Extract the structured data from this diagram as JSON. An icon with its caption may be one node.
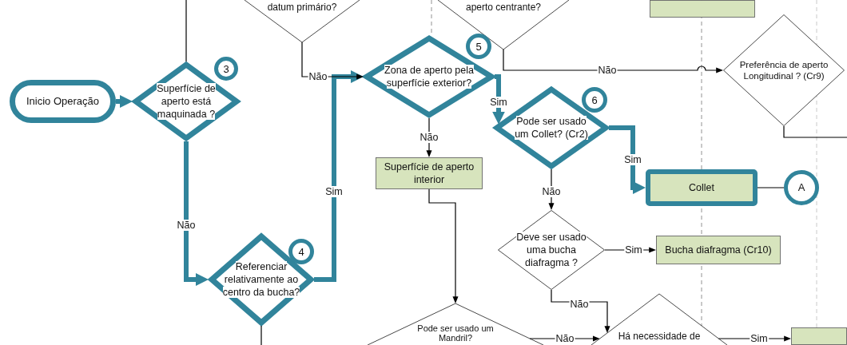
{
  "diagram": {
    "nodes": [
      {
        "text": [
          "Inicio Operação"
        ]
      },
      {
        "text": [
          "Superfície de aperto está maquinada ?"
        ],
        "beside": [
          "3"
        ]
      },
      {
        "text": [
          "Referenciar relativamente ao centro da bucha?"
        ],
        "beside": [
          "4"
        ]
      },
      {
        "text": [
          "datum primário?"
        ]
      },
      {
        "text": [
          "Zona de aperto pela superfície exterior?"
        ],
        "beside": [
          "5"
        ]
      },
      {
        "text": [
          "aperto centrante?"
        ]
      },
      {
        "text": [],
        "shape": "box"
      },
      {
        "text": [
          "Superfície de aperto interior"
        ]
      },
      {
        "text": [
          "Pode ser usado um Collet? (Cr2)"
        ],
        "beside": [
          "6"
        ]
      },
      {
        "text": [
          "Preferência de aperto Longitudinal ? (Cr9)"
        ]
      },
      {
        "text": [
          "Collet"
        ]
      },
      {
        "text": [
          "A"
        ]
      },
      {
        "text": [
          "Deve ser usado uma bucha diafragma ?"
        ]
      },
      {
        "text": [
          "Bucha diafragma (Cr10)"
        ]
      },
      {
        "text": [
          "Pode ser usado um Mandril?"
        ]
      },
      {
        "text": [
          "Há necessidade de"
        ]
      },
      {
        "text": [],
        "shape": "box"
      }
    ],
    "edges": [
      {
        "from": null,
        "to": 1,
        "arrow": "none"
      },
      {
        "from": 0,
        "to": 1,
        "arrow": "to",
        "style": "thick",
        "color": "#31849b"
      },
      {
        "from": 1,
        "to": 2,
        "arrow": "to",
        "label": "Não",
        "style": "thick",
        "color": "#31849b"
      },
      {
        "from": 2,
        "to": 4,
        "arrow": "to",
        "label": "Sim",
        "style": "thick",
        "color": "#31849b"
      },
      {
        "from": 3,
        "to": 4,
        "arrow": "to",
        "label": "Não"
      },
      {
        "from": 4,
        "to": 8,
        "arrow": "to",
        "label": "Sim",
        "style": "thick",
        "color": "#31849b"
      },
      {
        "from": 4,
        "to": 7,
        "arrow": "to",
        "label": "Não"
      },
      {
        "from": 5,
        "to": 9,
        "arrow": "to",
        "label": "Não"
      },
      {
        "from": 8,
        "to": 10,
        "arrow": "to",
        "label": "Sim",
        "style": "thick",
        "color": "#31849b"
      },
      {
        "from": 8,
        "to": 12,
        "arrow": "to",
        "label": "Não"
      },
      {
        "from": 10,
        "to": 11,
        "arrow": "none"
      },
      {
        "from": 12,
        "to": 13,
        "arrow": "to",
        "label": "Sim"
      },
      {
        "from": 12,
        "to": 15,
        "arrow": "to",
        "label": "Não"
      },
      {
        "from": 7,
        "to": 14,
        "arrow": "to"
      },
      {
        "from": 14,
        "to": 15,
        "arrow": "to",
        "label": "Não"
      },
      {
        "from": 15,
        "to": 16,
        "arrow": "to",
        "label": "Sim"
      },
      {
        "from": 9,
        "to": null,
        "arrow": "none"
      },
      {
        "from": 2,
        "to": null,
        "arrow": "none"
      }
    ]
  }
}
